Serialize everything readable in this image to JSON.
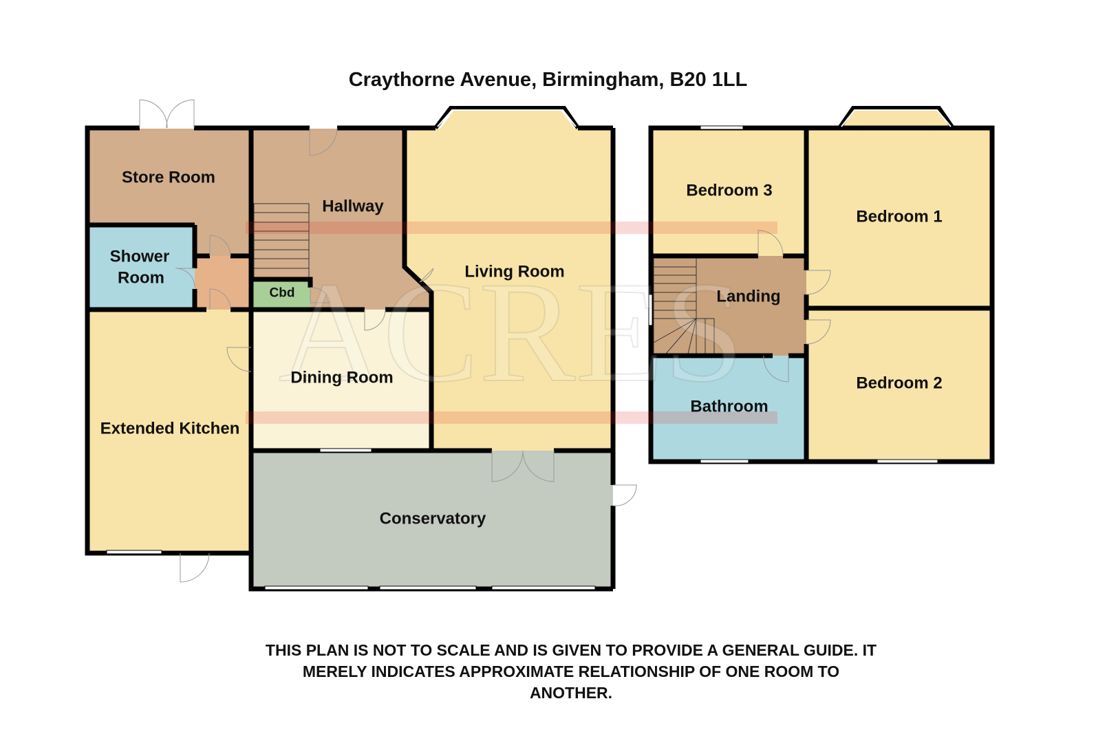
{
  "title": "Craythorne Avenue, Birmingham, B20 1LL",
  "watermark": "ACRES",
  "colors": {
    "wall": "#000000",
    "store_hall": "#d2ae8c",
    "shower_bath": "#aed8e0",
    "yellow": "#f8e4a8",
    "dining": "#faf3d8",
    "cbd": "#a9cf98",
    "conservatory": "#c3cac0",
    "lobby": "#e6b28a",
    "landing": "#c9a37e"
  },
  "ground_floor": {
    "rooms": {
      "store_room": "Store Room",
      "hallway": "Hallway",
      "shower_room_1": "Shower",
      "shower_room_2": "Room",
      "cbd": "Cbd",
      "living_room": "Living Room",
      "dining_room": "Dining Room",
      "extended_kitchen": "Extended Kitchen",
      "conservatory": "Conservatory"
    }
  },
  "first_floor": {
    "rooms": {
      "bedroom_3": "Bedroom 3",
      "bedroom_1": "Bedroom 1",
      "landing": "Landing",
      "bedroom_2": "Bedroom 2",
      "bathroom": "Bathroom"
    }
  },
  "disclaimer": "THIS PLAN IS NOT TO SCALE AND IS GIVEN TO PROVIDE A GENERAL GUIDE. IT MERELY INDICATES APPROXIMATE RELATIONSHIP OF ONE ROOM TO ANOTHER."
}
